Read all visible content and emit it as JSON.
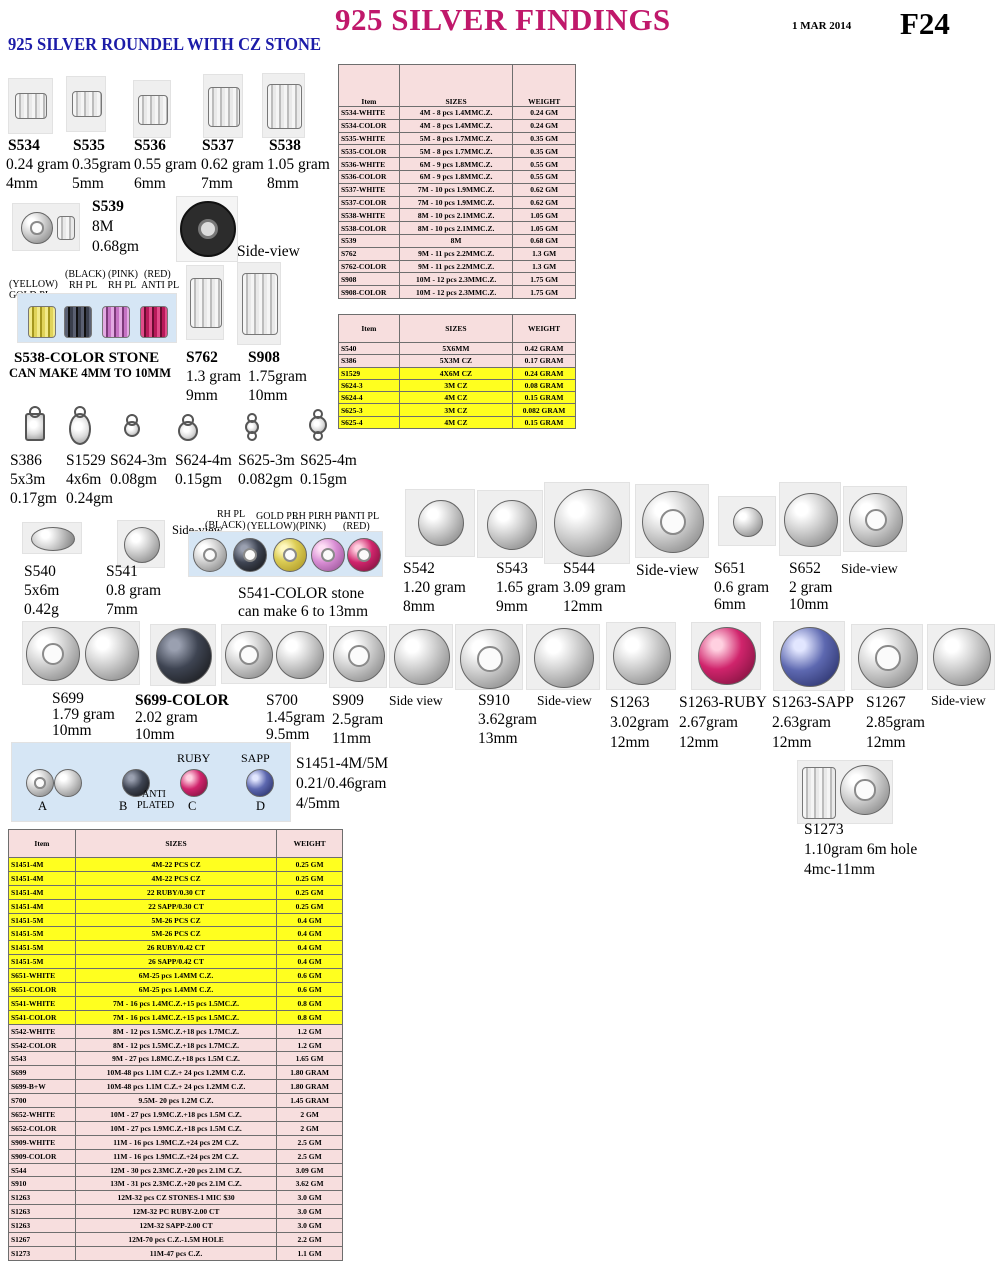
{
  "header": {
    "title": "925 SILVER FINDINGS",
    "subtitle": "925 SILVER ROUNDEL WITH CZ STONE",
    "date": "1 MAR 2014",
    "page_code": "F24"
  },
  "labels": {
    "s534": [
      "S534",
      "0.24 gram",
      "4mm"
    ],
    "s535": [
      "S535",
      "0.35gram",
      "5mm"
    ],
    "s536": [
      "S536",
      "0.55 gram",
      "6mm"
    ],
    "s537": [
      "S537",
      "0.62 gram",
      "7mm"
    ],
    "s538": [
      "S538",
      "1.05 gram",
      "8mm"
    ],
    "s539": [
      "S539",
      "8M",
      "0.68gm"
    ],
    "side_view_1": "Side-view",
    "color_plating": [
      "(YELLOW)",
      "GOLD PL",
      "(BLACK)",
      "RH PL",
      "(PINK)",
      "RH PL",
      "(RED)",
      "ANTI PL"
    ],
    "s538_color": [
      "S538-COLOR STONE",
      "CAN MAKE 4MM TO 10MM"
    ],
    "s762": [
      "S762",
      "1.3 gram",
      "9mm"
    ],
    "s908": [
      "S908",
      "1.75gram",
      "10mm"
    ],
    "s386": [
      "S386",
      "5x3m",
      "0.17gm"
    ],
    "s1529": [
      "S1529",
      "4x6m",
      "0.24gm"
    ],
    "s624_3": [
      "S624-3m",
      "0.08gm"
    ],
    "s624_4": [
      "S624-4m",
      "0.15gm"
    ],
    "s625_3": [
      "S625-3m",
      "0.082gm"
    ],
    "s625_4": [
      "S625-4m",
      "0.15gm"
    ],
    "s540": [
      "S540",
      "5x6m",
      "0.42g"
    ],
    "s541": [
      "S541",
      "0.8 gram",
      "7mm"
    ],
    "side_view_2": "Side-view",
    "s541_plating": [
      "RH PL",
      "(BLACK)",
      "GOLD PL",
      "(YELLOW)",
      "RH PL",
      "(PINK)",
      "RH PL",
      "ANTI PL",
      "(RED)"
    ],
    "s541_color": [
      "S541-COLOR stone",
      "can make 6 to 13mm"
    ],
    "s542": [
      "S542",
      "1.20 gram",
      "8mm"
    ],
    "s543": [
      "S543",
      "1.65 gram",
      "9mm"
    ],
    "s544": [
      "S544",
      "3.09 gram",
      "12mm"
    ],
    "side_view_3": "Side-view",
    "s651": [
      "S651",
      "0.6 gram",
      "6mm"
    ],
    "s652": [
      "S652",
      "2 gram",
      "10mm"
    ],
    "side_view_4": "Side-view",
    "s699": [
      "S699",
      "1.79 gram",
      "10mm"
    ],
    "s699_color": [
      "S699-COLOR",
      "2.02 gram",
      "10mm"
    ],
    "s700": [
      "S700",
      "1.45gram",
      "9.5mm"
    ],
    "s909": [
      "S909",
      "2.5gram",
      "11mm"
    ],
    "side_view_5": "Side view",
    "s910": [
      "S910",
      "3.62gram",
      "13mm"
    ],
    "side_view_6": "Side-view",
    "s1263": [
      "S1263",
      "3.02gram",
      "12mm"
    ],
    "s1263_ruby": [
      "S1263-RUBY",
      "2.67gram",
      "12mm"
    ],
    "s1263_sapp": [
      "S1263-SAPP",
      "2.63gram",
      "12mm"
    ],
    "s1267": [
      "S1267",
      "2.85gram",
      "12mm"
    ],
    "side_view_7": "Side-view",
    "s1451_letters": [
      "A",
      "B",
      "C",
      "D"
    ],
    "s1451_tags": [
      "RUBY",
      "SAPP",
      "ANTI",
      "PLATED"
    ],
    "s1451": [
      "S1451-4M/5M",
      "0.21/0.46gram",
      "4/5mm"
    ],
    "s1273": [
      "S1273",
      "1.10gram 6m hole",
      "4mc-11mm"
    ]
  },
  "table1": {
    "columns": [
      "Item",
      "SIZES",
      "WEIGHT"
    ],
    "rows": [
      [
        "S534-WHITE",
        "4M - 8 pcs 1.4MMC.Z.",
        "0.24 GM"
      ],
      [
        "S534-COLOR",
        "4M - 8 pcs 1.4MMC.Z.",
        "0.24 GM"
      ],
      [
        "S535-WHITE",
        "5M - 8 pcs 1.7MMC.Z.",
        "0.35 GM"
      ],
      [
        "S535-COLOR",
        "5M - 8 pcs 1.7MMC.Z.",
        "0.35 GM"
      ],
      [
        "S536-WHITE",
        "6M - 9 pcs 1.8MMC.Z.",
        "0.55 GM"
      ],
      [
        "S536-COLOR",
        "6M - 9 pcs 1.8MMC.Z.",
        "0.55 GM"
      ],
      [
        "S537-WHITE",
        "7M - 10 pcs 1.9MMC.Z.",
        "0.62 GM"
      ],
      [
        "S537-COLOR",
        "7M - 10 pcs 1.9MMC.Z.",
        "0.62 GM"
      ],
      [
        "S538-WHITE",
        "8M - 10 pcs 2.1MMC.Z.",
        "1.05 GM"
      ],
      [
        "S538-COLOR",
        "8M - 10 pcs 2.1MMC.Z.",
        "1.05 GM"
      ],
      [
        "S539",
        "8M",
        "0.68 GM"
      ],
      [
        "S762",
        "9M - 11 pcs 2.2MMC.Z.",
        "1.3 GM"
      ],
      [
        "S762-COLOR",
        "9M - 11 pcs 2.2MMC.Z.",
        "1.3 GM"
      ],
      [
        "S908",
        "10M - 12 pcs 2.3MMC.Z.",
        "1.75 GM"
      ],
      [
        "S908-COLOR",
        "10M - 12 pcs 2.3MMC.Z.",
        "1.75 GM"
      ]
    ]
  },
  "table2": {
    "columns": [
      "Item",
      "SIZES",
      "WEIGHT"
    ],
    "rows": [
      [
        "S540",
        "5X6MM",
        "0.42 GRAM"
      ],
      [
        "S386",
        "5X3M CZ",
        "0.17 GRAM"
      ],
      [
        "S1529",
        "4X6M CZ",
        "0.24 GRAM"
      ],
      [
        "S624-3",
        "3M CZ",
        "0.08 GRAM"
      ],
      [
        "S624-4",
        "4M CZ",
        "0.15 GRAM"
      ],
      [
        "S625-3",
        "3M CZ",
        "0.082 GRAM"
      ],
      [
        "S625-4",
        "4M CZ",
        "0.15 GRAM"
      ]
    ],
    "highlighted_rows": [
      2,
      3,
      4,
      5,
      6
    ]
  },
  "table3": {
    "columns": [
      "Item",
      "SIZES",
      "WEIGHT"
    ],
    "rows": [
      [
        "S1451-4M",
        "4M-22 PCS CZ",
        "0.25 GM"
      ],
      [
        "S1451-4M",
        "4M-22 PCS CZ",
        "0.25 GM"
      ],
      [
        "S1451-4M",
        "22 RUBY/0.30 CT",
        "0.25 GM"
      ],
      [
        "S1451-4M",
        "22 SAPP/0.30 CT",
        "0.25 GM"
      ],
      [
        "S1451-5M",
        "5M-26 PCS CZ",
        "0.4 GM"
      ],
      [
        "S1451-5M",
        "5M-26 PCS CZ",
        "0.4 GM"
      ],
      [
        "S1451-5M",
        "26 RUBY/0.42 CT",
        "0.4 GM"
      ],
      [
        "S1451-5M",
        "26 SAPP/0.42 CT",
        "0.4 GM"
      ],
      [
        "S651-WHITE",
        "6M-25 pcs 1.4MM C.Z.",
        "0.6 GM"
      ],
      [
        "S651-COLOR",
        "6M-25 pcs 1.4MM C.Z.",
        "0.6 GM"
      ],
      [
        "S541-WHITE",
        "7M - 16 pcs 1.4MC.Z.+15 pcs 1.5MC.Z.",
        "0.8 GM"
      ],
      [
        "S541-COLOR",
        "7M - 16 pcs 1.4MC.Z.+15 pcs 1.5MC.Z.",
        "0.8 GM"
      ],
      [
        "S542-WHITE",
        "8M - 12 pcs 1.5MC.Z.+18 pcs 1.7MC.Z.",
        "1.2 GM"
      ],
      [
        "S542-COLOR",
        "8M - 12 pcs 1.5MC.Z.+18 pcs 1.7MC.Z.",
        "1.2 GM"
      ],
      [
        "S543",
        "9M - 27 pcs 1.8MC.Z.+18 pcs 1.5M C.Z.",
        "1.65 GM"
      ],
      [
        "S699",
        "10M-48 pcs 1.1M C.Z.+ 24 pcs 1.2MM C.Z.",
        "1.80 GRAM"
      ],
      [
        "S699-B+W",
        "10M-48 pcs 1.1M C.Z.+ 24 pcs 1.2MM C.Z.",
        "1.80 GRAM"
      ],
      [
        "S700",
        "9.5M- 20 pcs 1.2M C.Z.",
        "1.45 GRAM"
      ],
      [
        "S652-WHITE",
        "10M - 27 pcs 1.9MC.Z.+18 pcs 1.5M C.Z.",
        "2 GM"
      ],
      [
        "S652-COLOR",
        "10M - 27 pcs 1.9MC.Z.+18 pcs 1.5M C.Z.",
        "2 GM"
      ],
      [
        "S909-WHITE",
        "11M - 16 pcs 1.9MC.Z.+24 pcs 2M C.Z.",
        "2.5 GM"
      ],
      [
        "S909-COLOR",
        "11M - 16 pcs 1.9MC.Z.+24 pcs 2M C.Z.",
        "2.5 GM"
      ],
      [
        "S544",
        "12M - 30 pcs 2.3MC.Z.+20 pcs 2.1M C.Z.",
        "3.09 GM"
      ],
      [
        "S910",
        "13M - 31 pcs 2.3MC.Z.+20 pcs 2.1M C.Z.",
        "3.62 GM"
      ],
      [
        "S1263",
        "12M-32 pcs CZ STONES-1 MIC $30",
        "3.0 GM"
      ],
      [
        "S1263",
        "12M-32 PC RUBY-2.00 CT",
        "3.0 GM"
      ],
      [
        "S1263",
        "12M-32 SAPP-2.00 CT",
        "3.0 GM"
      ],
      [
        "S1267",
        "12M-70 pcs C.Z.-1.5M HOLE",
        "2.2 GM"
      ],
      [
        "S1273",
        "11M-47 pcs C.Z.",
        "1.1 GM"
      ]
    ],
    "highlighted_rows": [
      0,
      1,
      2,
      3,
      4,
      5,
      6,
      7,
      8,
      9,
      10,
      11
    ]
  },
  "colors": {
    "title": "#c0186b",
    "subtitle": "#1c1ca8",
    "table_bg": "#f7dede",
    "highlight": "#ffff1f"
  }
}
